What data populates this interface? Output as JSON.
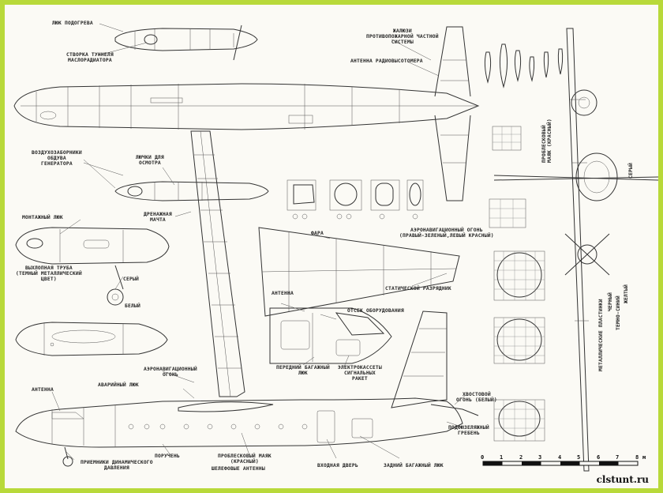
{
  "labels": {
    "heater_hatch": "ЛЮК ПОДОГРЕВА",
    "oil_cooler_flap": "СТВОРКА ТУННЕЛЯ\nМАСЛОРАДИАТОРА",
    "fire_system_spots": "ЖАЛЮЗИ\nПРОТИВОПОЖАРНОЙ ЧАСТНОЙ\nСИСТЕМЫ",
    "radio_altimeter": "АНТЕННА РАДИОВЫСОТОМЕРА",
    "generator_intakes": "ВОЗДУХОЗАБОРНИКИ\nОБДУВА\nГЕНЕРАТОРА",
    "inspection_hatches": "ЛЮЧКИ ДЛЯ\nОСМОТРА",
    "drain_mast": "ДРЕНАЖНАЯ\nМАЧТА",
    "mounting_hatch": "МОНТАЖНЫЙ ЛЮК",
    "exhaust_pipe": "ВЫХЛОПНАЯ ТРУБА\n(ТЕМНЫЙ МЕТАЛЛИЧЕСКИЙ\nЦВЕТ)",
    "grey_1": "СЕРЫЙ",
    "white_1": "БЕЛЫЙ",
    "headlight": "ФАРА",
    "nav_light_wing": "АЭРОНАВИГАЦИОННЫЙ ОГОНЬ\n(ПРАВЫЙ-ЗЕЛЕНЫЙ,ЛЕВЫЙ КРАСНЫЙ)",
    "static_discharger": "СТАТИЧЕСКОЙ РАЗРЯДНИК",
    "antenna_1": "АНТЕННА",
    "equipment_bay": "ОТСЕК ОБОРУДОВАНИЯ",
    "front_luggage": "ПЕРЕДНИЙ БАГАЖНЫЙ\nЛЮК",
    "signal_cassettes": "ЭЛЕКТРОКАССЕТЫ\nСИГНАЛЬНЫХ\nРАКЕТ",
    "nav_light_2": "АЭРОНАВИГАЦИОННЫЙ\nОГОНЬ",
    "emergency_hatch": "АВАРИЙНЫЙ ЛЮК",
    "antenna_2": "АНТЕННА",
    "tail_light": "ХВОСТОВОЙ\nОГОНЬ (БЕЛЫЙ)",
    "ventral_fin": "ПОДФЮЗЕЛЯЖНЫЙ\nГРЕБЕНЬ",
    "pitot": "ПРИЕМНИКИ ДИНАМИЧЕСКОГО\nДАВЛЕНИЯ",
    "handrail": "ПОРУЧЕНЬ",
    "beacon": "ПРОБЛЕСКОВЫЙ МАЯК\n(КРАСНЫЙ)",
    "blade_antennas": "ШЕЛЕФОВЫЕ АНТЕННЫ",
    "entrance_door": "ВХОДНАЯ ДВЕРЬ",
    "rear_luggage": "ЗАДНИЙ БАГАЖНЫЙ ЛЮК",
    "beacon_vertical": "ПРОБЛЕСКОВЫЙ\nМАЯК (КРАСНЫЙ)",
    "grey_2": "СЕРЫЙ",
    "metal_plates": "МЕТАЛЛИЧЕСКИЕ ПЛАСТИНКИ",
    "black": "ЧЕРНЫЙ",
    "dark_blue": "ТЕМНО-СИНИЙ",
    "yellow": "ЖЕЛТЫЙ"
  },
  "scale": {
    "ticks": [
      "0",
      "1",
      "2",
      "3",
      "4",
      "5",
      "6",
      "7",
      "8"
    ],
    "unit": "м"
  },
  "watermark": "clstunt.ru"
}
